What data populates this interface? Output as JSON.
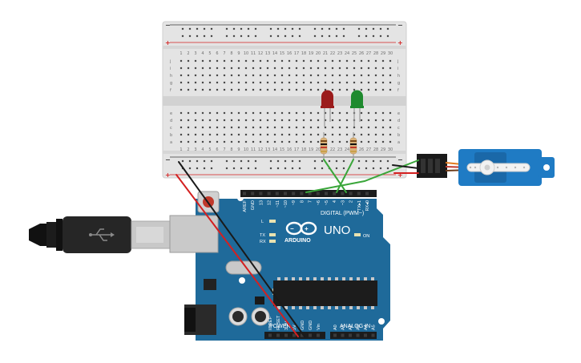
{
  "breadboard": {
    "columns": [
      "1",
      "2",
      "3",
      "4",
      "5",
      "6",
      "7",
      "8",
      "9",
      "10",
      "11",
      "12",
      "13",
      "14",
      "15",
      "16",
      "17",
      "18",
      "19",
      "20",
      "21",
      "22",
      "23",
      "24",
      "25",
      "26",
      "27",
      "28",
      "29",
      "30"
    ],
    "rows_top": [
      "j",
      "i",
      "h",
      "g",
      "f"
    ],
    "rows_bottom": [
      "e",
      "d",
      "c",
      "b",
      "a"
    ],
    "rail_plus": "+",
    "rail_minus": "−"
  },
  "arduino": {
    "brand": "ARDUINO",
    "model": "UNO",
    "digital_label": "DIGITAL (PWM~)",
    "power_label": "POWER",
    "analog_label": "ANALOG IN",
    "on_label": "ON",
    "tx_label": "TX",
    "rx_label": "RX",
    "l_label": "L",
    "digital_pins": [
      "AREF",
      "GND",
      "13",
      "12",
      "~11",
      "~10",
      "~9",
      "8",
      "7",
      "~6",
      "~5",
      "4",
      "~3",
      "2",
      "TX▸1",
      "RX◂0"
    ],
    "power_pins": [
      "IOREF",
      "RESET",
      "3.3V",
      "5V",
      "GND",
      "GND",
      "Vin"
    ],
    "analog_pins": [
      "A0",
      "A1",
      "A2",
      "A3",
      "A4",
      "A5"
    ]
  },
  "components": {
    "led_red_color": "#9b1c1c",
    "led_green_color": "#1e8a2e",
    "servo_color": "#1f7bc4",
    "board_color": "#1f6a9a"
  }
}
